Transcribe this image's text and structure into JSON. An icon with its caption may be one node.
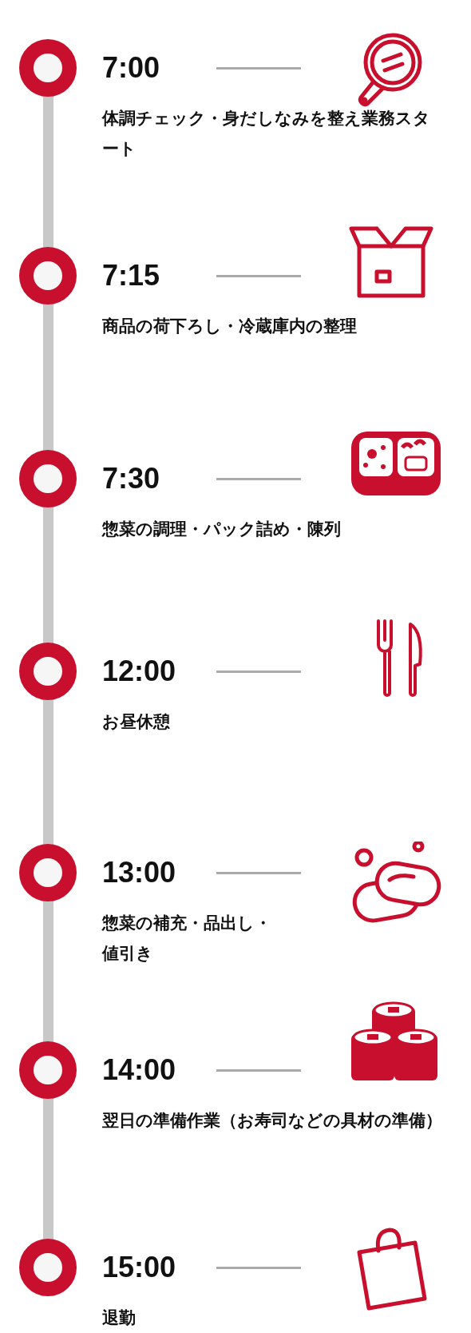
{
  "diagram": {
    "nodes": [
      {
        "text": [
          "7:00",
          "体調チェック・身だしなみを整え業務スタート"
        ]
      },
      {
        "text": [
          "7:15",
          "商品の荷下ろし・冷蔵庫内の整理"
        ]
      },
      {
        "text": [
          "7:30",
          "惣菜の調理・パック詰め・陳列"
        ]
      },
      {
        "text": [
          "12:00",
          "お昼休憩"
        ]
      },
      {
        "text": [
          "13:00",
          "惣菜の補充・品出し・値引き"
        ]
      },
      {
        "text": [
          "14:00",
          "翌日の準備作業（お寿司などの具材の準備）"
        ]
      },
      {
        "text": [
          "15:00",
          "退勤"
        ]
      }
    ]
  }
}
